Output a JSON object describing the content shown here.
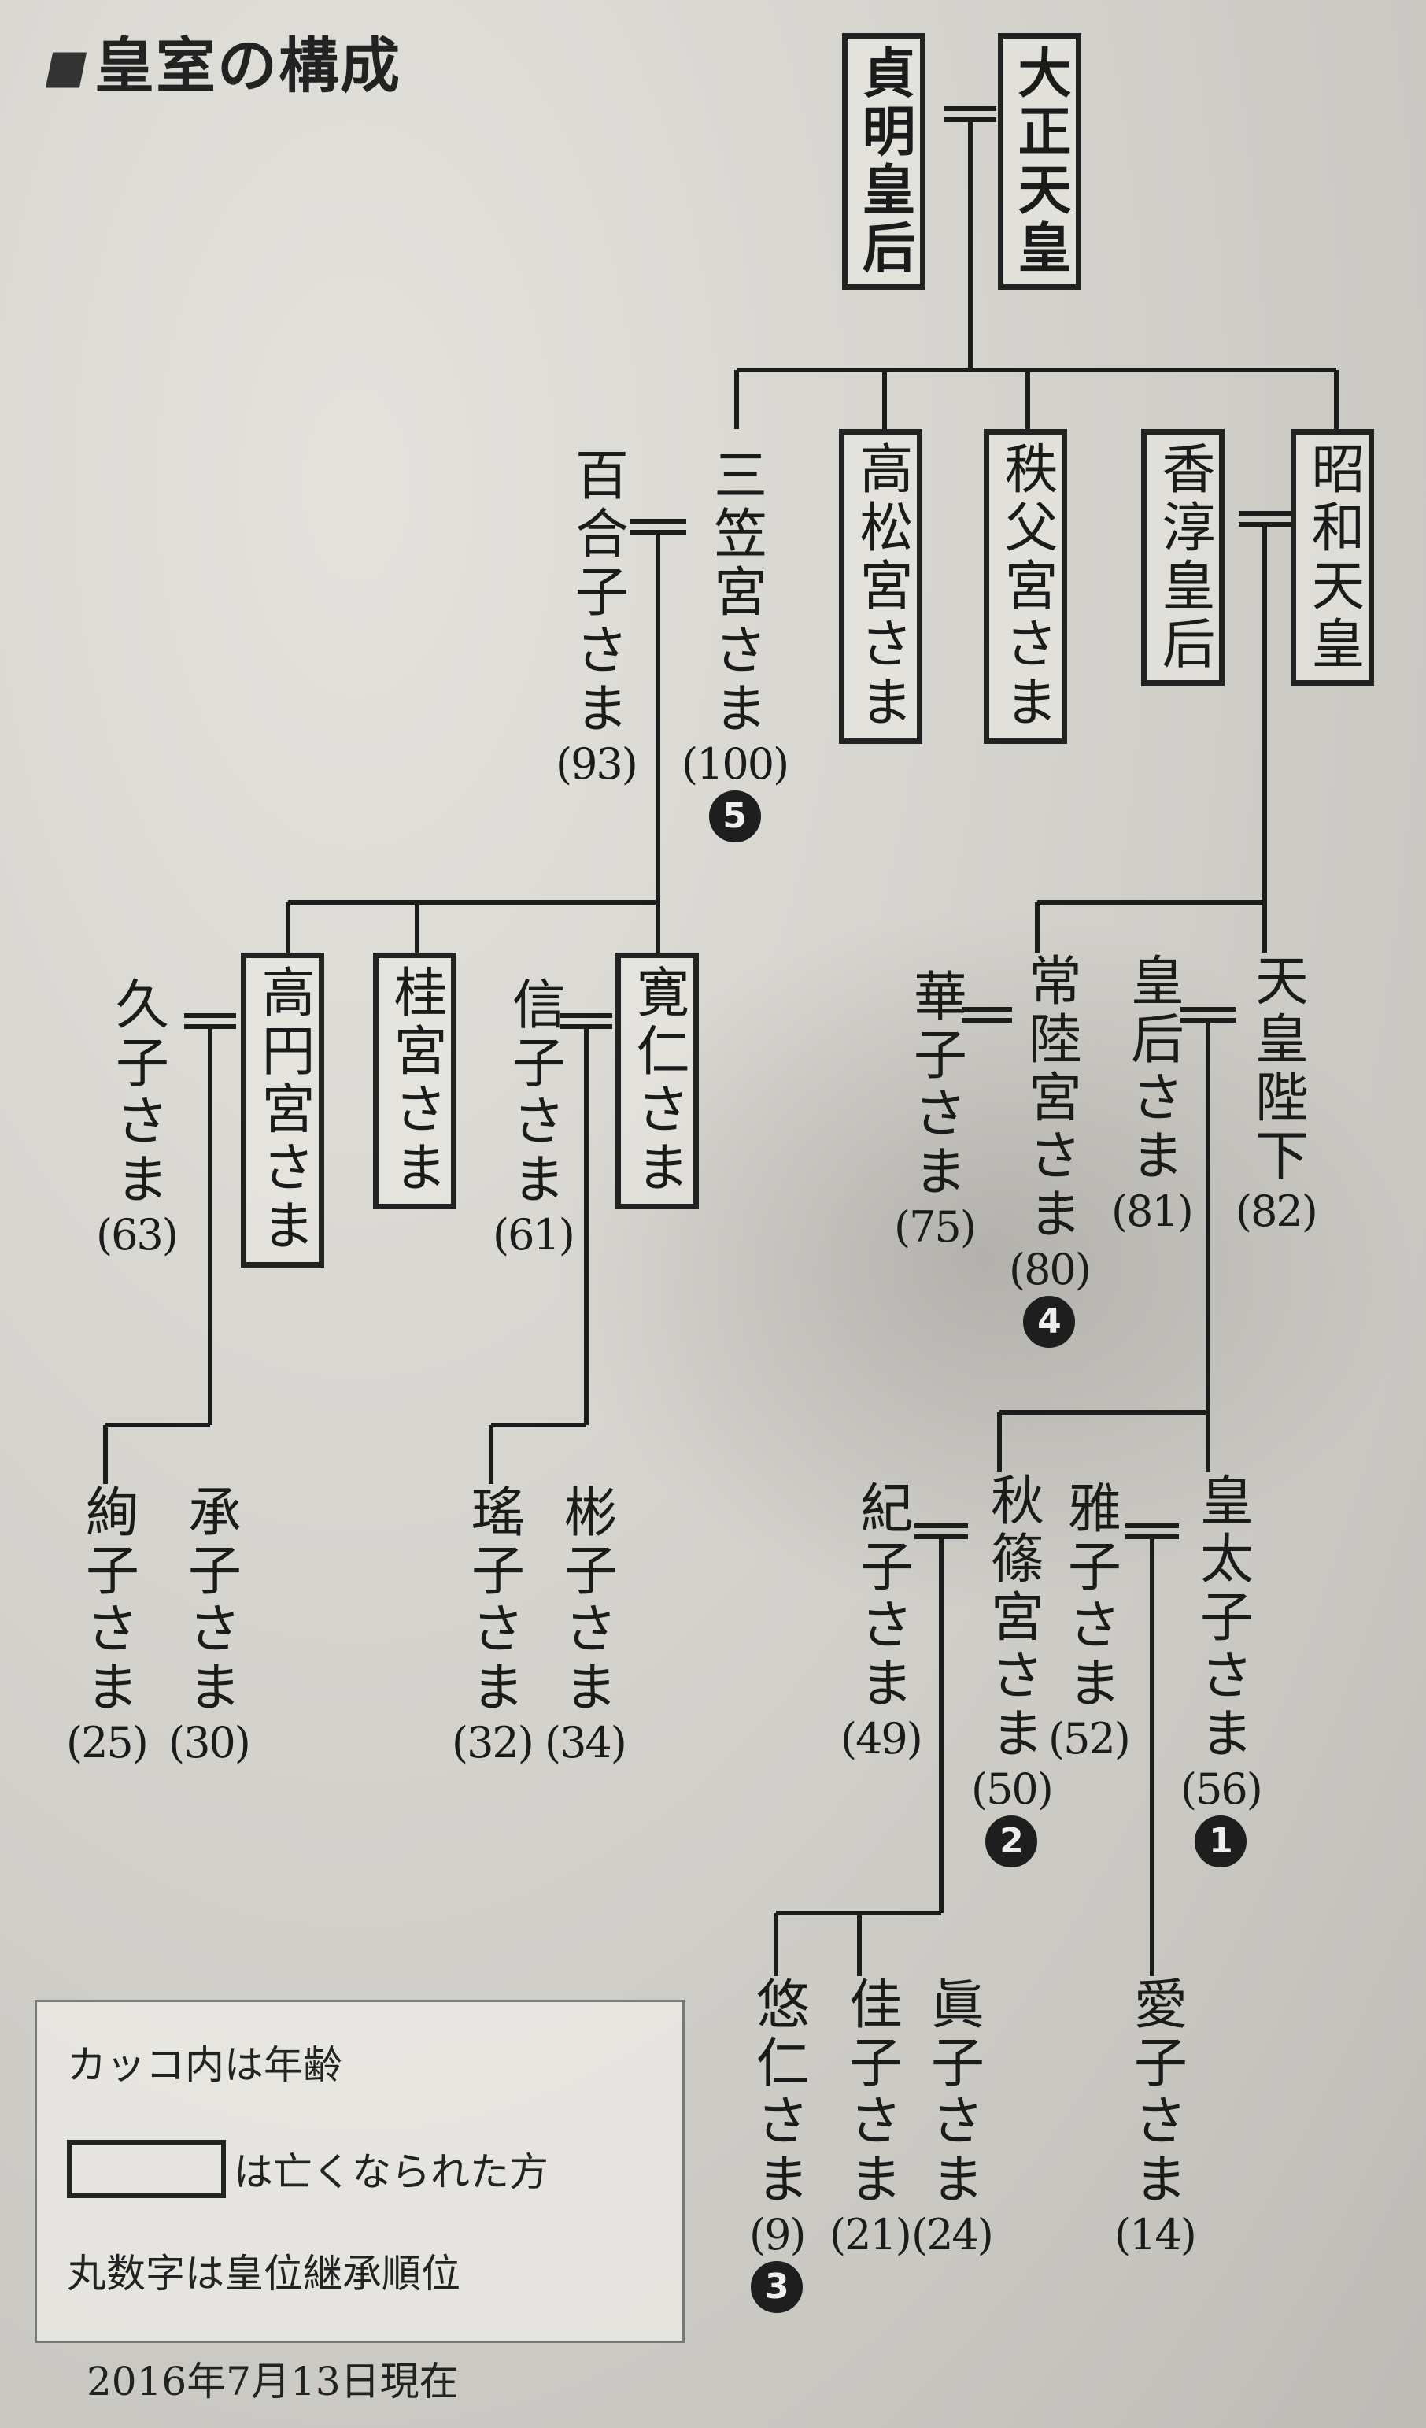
{
  "title": "皇室の構成",
  "people": [
    {
      "id": "taisho",
      "name": "大正天皇",
      "age": "",
      "rank": "",
      "deceased": true
    },
    {
      "id": "teimei",
      "name": "貞明皇后",
      "age": "",
      "rank": "",
      "deceased": true
    },
    {
      "id": "mikasa",
      "name": "三笠宮さま",
      "age": "(100)",
      "rank": "5",
      "deceased": false
    },
    {
      "id": "yuriko",
      "name": "百合子さま",
      "age": "(93)",
      "rank": "",
      "deceased": false
    },
    {
      "id": "takamatsu",
      "name": "高松宮さま",
      "age": "",
      "rank": "",
      "deceased": true
    },
    {
      "id": "chichibu",
      "name": "秩父宮さま",
      "age": "",
      "rank": "",
      "deceased": true
    },
    {
      "id": "kojun",
      "name": "香淳皇后",
      "age": "",
      "rank": "",
      "deceased": true
    },
    {
      "id": "showa",
      "name": "昭和天皇",
      "age": "",
      "rank": "",
      "deceased": true
    },
    {
      "id": "takamado",
      "name": "高円宮さま",
      "age": "",
      "rank": "",
      "deceased": true
    },
    {
      "id": "hisako",
      "name": "久子さま",
      "age": "(63)",
      "rank": "",
      "deceased": false
    },
    {
      "id": "katsura",
      "name": "桂宮さま",
      "age": "",
      "rank": "",
      "deceased": true
    },
    {
      "id": "tomohito",
      "name": "寛仁さま",
      "age": "",
      "rank": "",
      "deceased": true
    },
    {
      "id": "nobuko",
      "name": "信子さま",
      "age": "(61)",
      "rank": "",
      "deceased": false
    },
    {
      "id": "hitachi",
      "name": "常陸宮さま",
      "age": "(80)",
      "rank": "4",
      "deceased": false
    },
    {
      "id": "hanako",
      "name": "華子さま",
      "age": "(75)",
      "rank": "",
      "deceased": false
    },
    {
      "id": "tenno",
      "name": "天皇陛下",
      "age": "(82)",
      "rank": "",
      "deceased": false
    },
    {
      "id": "kogo",
      "name": "皇后さま",
      "age": "(81)",
      "rank": "",
      "deceased": false
    },
    {
      "id": "tsuguko",
      "name": "承子さま",
      "age": "(30)",
      "rank": "",
      "deceased": false
    },
    {
      "id": "ayako",
      "name": "絢子さま",
      "age": "(25)",
      "rank": "",
      "deceased": false
    },
    {
      "id": "akiko",
      "name": "彬子さま",
      "age": "(34)",
      "rank": "",
      "deceased": false
    },
    {
      "id": "yoko",
      "name": "瑤子さま",
      "age": "(32)",
      "rank": "",
      "deceased": false
    },
    {
      "id": "akishino",
      "name": "秋篠宮さま",
      "age": "(50)",
      "rank": "2",
      "deceased": false
    },
    {
      "id": "kiko",
      "name": "紀子さま",
      "age": "(49)",
      "rank": "",
      "deceased": false
    },
    {
      "id": "kotaishi",
      "name": "皇太子さま",
      "age": "(56)",
      "rank": "1",
      "deceased": false
    },
    {
      "id": "masako",
      "name": "雅子さま",
      "age": "(52)",
      "rank": "",
      "deceased": false
    },
    {
      "id": "mako",
      "name": "眞子さま",
      "age": "(24)",
      "rank": "",
      "deceased": false
    },
    {
      "id": "kako",
      "name": "佳子さま",
      "age": "(21)",
      "rank": "",
      "deceased": false
    },
    {
      "id": "hisahito",
      "name": "悠仁さま",
      "age": "(9)",
      "rank": "3",
      "deceased": false
    },
    {
      "id": "aiko",
      "name": "愛子さま",
      "age": "(14)",
      "rank": "",
      "deceased": false
    }
  ],
  "legend": {
    "age_note": "カッコ内は年齢",
    "box_note": "は亡くなられた方",
    "rank_note": "丸数字は皇位継承順位"
  },
  "as_of": "2016年7月13日現在"
}
